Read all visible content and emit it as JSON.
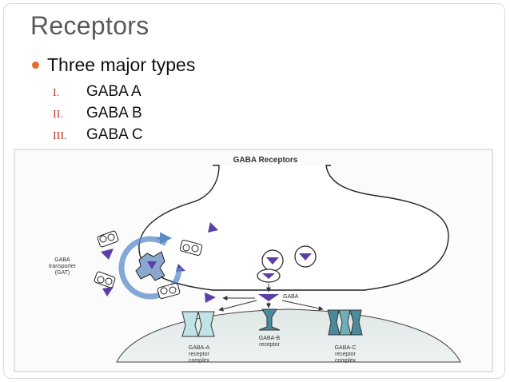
{
  "slide": {
    "title": "Receptors",
    "bullet": "Three major types",
    "items": [
      {
        "numeral": "I.",
        "label": "GABA A"
      },
      {
        "numeral": "II.",
        "label": "GABA B"
      },
      {
        "numeral": "III.",
        "label": "GABA C"
      }
    ]
  },
  "figure": {
    "title": "GABA Receptors",
    "transporter_label": [
      "GABA",
      "transporter",
      "(GAT)"
    ],
    "gaba_label": "GABA",
    "receptor_a_label": [
      "GABA-A",
      "receptor",
      "complex"
    ],
    "receptor_b_label": [
      "GABA-B",
      "receptor"
    ],
    "receptor_c_label": [
      "GABA-C",
      "receptor",
      "complex"
    ]
  },
  "colors": {
    "accent_bullet": "#e26e2c",
    "roman_numeral": "#c0392b",
    "gaba_purple": "#5b3fa6",
    "receptor_teal": "#4a8a9c",
    "circle_blue": "#5b8cc9"
  }
}
